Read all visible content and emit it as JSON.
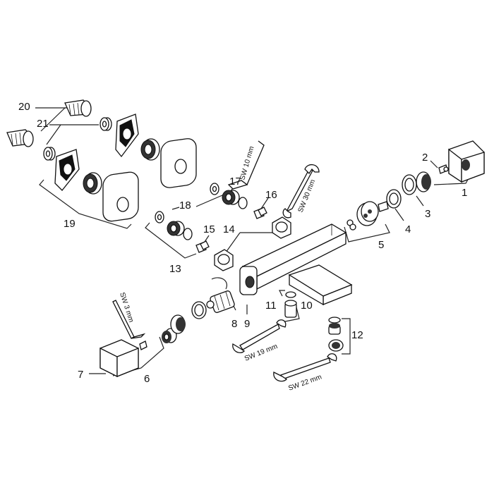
{
  "diagram": {
    "callouts": [
      {
        "id": "c1",
        "text": "1"
      },
      {
        "id": "c2",
        "text": "2"
      },
      {
        "id": "c3",
        "text": "3"
      },
      {
        "id": "c4",
        "text": "4"
      },
      {
        "id": "c5",
        "text": "5"
      },
      {
        "id": "c6",
        "text": "6"
      },
      {
        "id": "c7",
        "text": "7"
      },
      {
        "id": "c8",
        "text": "8"
      },
      {
        "id": "c9",
        "text": "9"
      },
      {
        "id": "c10",
        "text": "10"
      },
      {
        "id": "c11",
        "text": "11"
      },
      {
        "id": "c12",
        "text": "12"
      },
      {
        "id": "c13",
        "text": "13"
      },
      {
        "id": "c14",
        "text": "14"
      },
      {
        "id": "c15",
        "text": "15"
      },
      {
        "id": "c16",
        "text": "16"
      },
      {
        "id": "c17",
        "text": "17"
      },
      {
        "id": "c18",
        "text": "18"
      },
      {
        "id": "c19",
        "text": "19"
      },
      {
        "id": "c20",
        "text": "20"
      },
      {
        "id": "c21",
        "text": "21"
      }
    ],
    "tools": {
      "hex_key_small": "SW 3 mm",
      "hex_key_large": "SW 10 mm",
      "wrench_19": "SW 19 mm",
      "wrench_22": "SW 22 mm",
      "wrench_30": "SW 30 mm"
    }
  }
}
